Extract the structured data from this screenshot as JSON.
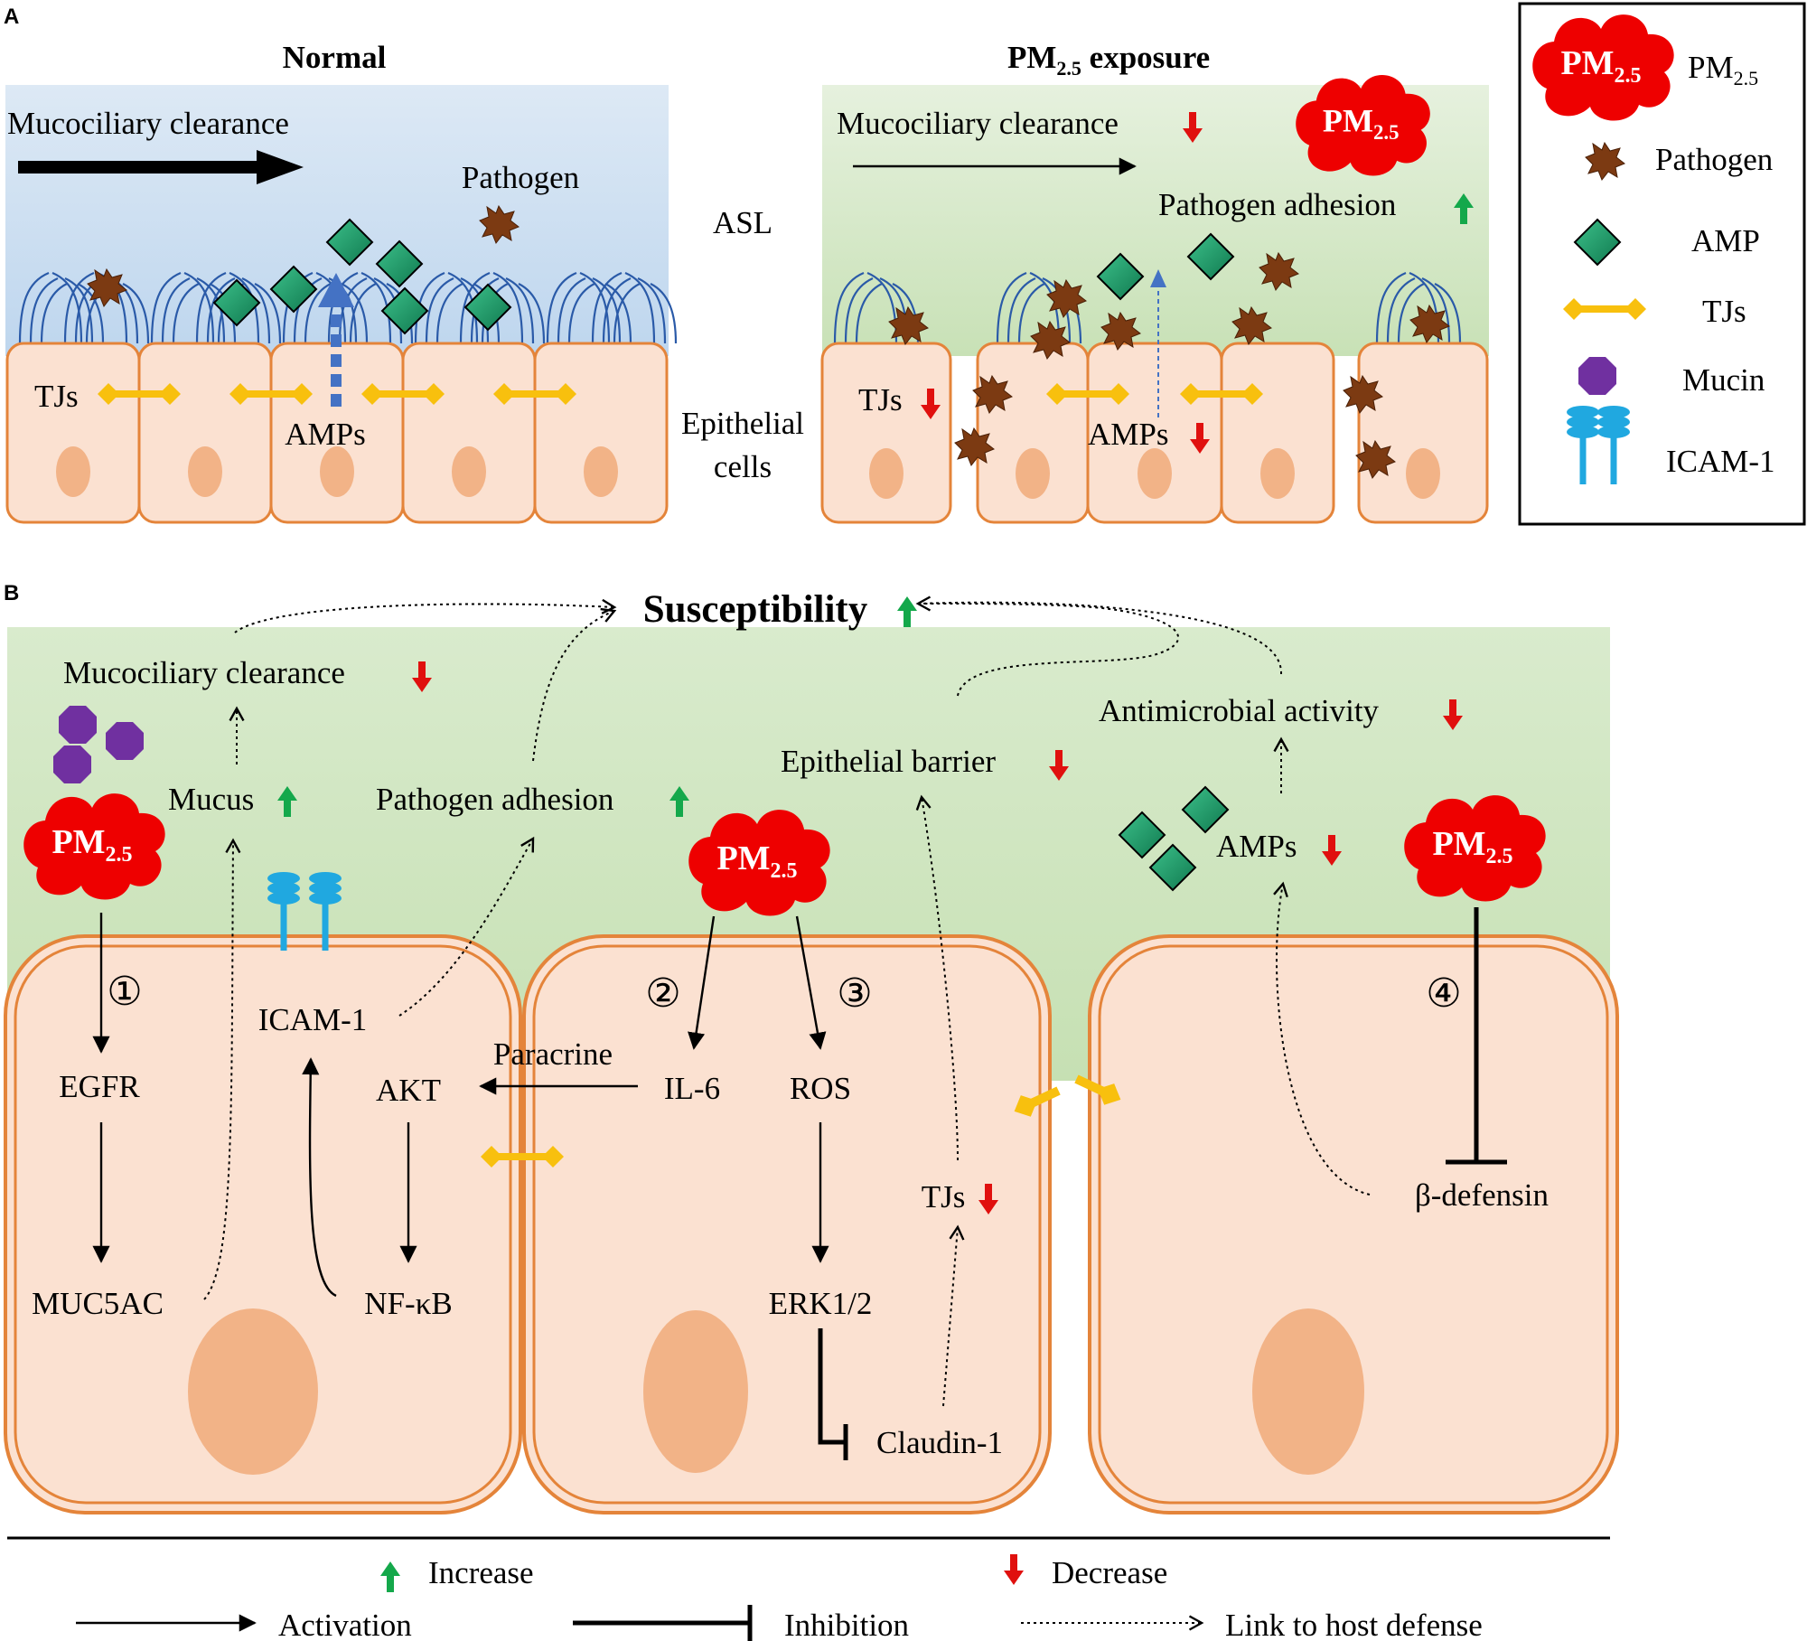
{
  "panel_a": {
    "letter": "A",
    "normal": {
      "title": "Normal",
      "mucociliary": "Mucociliary clearance",
      "pathogen": "Pathogen",
      "tjs": "TJs",
      "amps": "AMPs"
    },
    "asl": "ASL",
    "epithelial_line1": "Epithelial",
    "epithelial_line2": "cells",
    "exposure": {
      "title_pm": "PM",
      "title_sub": "2.5",
      "title_rest": " exposure",
      "mucociliary": "Mucociliary clearance",
      "pathogen_adhesion": "Pathogen adhesion",
      "tjs": "TJs",
      "amps": "AMPs"
    }
  },
  "legend_box": {
    "pm_label": "PM",
    "pm_sub": "2.5",
    "pathogen": "Pathogen",
    "amp": "AMP",
    "tjs": "TJs",
    "mucin": "Mucin",
    "icam": "ICAM-1"
  },
  "panel_b": {
    "letter": "B",
    "susceptibility": "Susceptibility",
    "mucociliary": "Mucociliary clearance",
    "mucus": "Mucus",
    "pathogen_adhesion": "Pathogen adhesion",
    "epithelial_barrier": "Epithelial barrier",
    "antimicrobial": "Antimicrobial activity",
    "amps": "AMPs",
    "icam": "ICAM-1",
    "egfr": "EGFR",
    "muc5ac": "MUC5AC",
    "akt": "AKT",
    "nfkb": "NF-κB",
    "paracrine": "Paracrine",
    "il6": "IL-6",
    "ros": "ROS",
    "erk": "ERK1/2",
    "claudin": "Claudin-1",
    "tjs": "TJs",
    "bdefensin": "β-defensin",
    "step1": "①",
    "step2": "②",
    "step3": "③",
    "step4": "④"
  },
  "pm_badge": {
    "main": "PM",
    "sub": "2.5"
  },
  "bottom_legend": {
    "increase": "Increase",
    "decrease": "Decrease",
    "activation": "Activation",
    "inhibition": "Inhibition",
    "link": "Link to host defense"
  },
  "colors": {
    "pm_red": "#ee0000",
    "increase_green": "#14a84b",
    "decrease_red": "#e0100e",
    "cell_fill": "#fbe1d1",
    "cell_border": "#e4843a",
    "nucleus": "#f2b387",
    "asl_normal": "#cfe0f2",
    "asl_exposure": "#d3e8c6",
    "amp_green": "#1c9c6a",
    "tj_yellow": "#f8c00e",
    "pathogen_brown": "#7c3a12",
    "mucin_purple": "#7030a0",
    "icam_blue": "#20a8e0",
    "cilia_blue": "#2a5aa8"
  }
}
